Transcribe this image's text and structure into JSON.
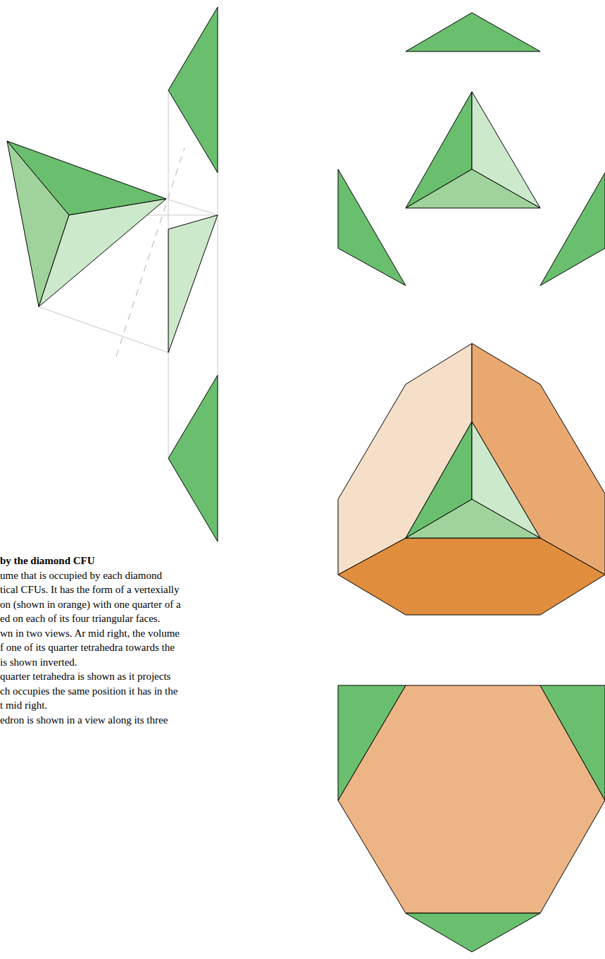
{
  "diagram": {
    "title": "by the diamond CFU",
    "labels": [
      "ume that is occupied by each diamond",
      "tical CFUs. It has the form of a vertexially",
      "on (shown in orange) with one quarter of a",
      "ed on each of its four triangular faces.",
      "wn in two views. Ar mid right, the volume",
      "f one of its quarter tetrahedra towards the",
      "is shown inverted.",
      "quarter tetrahedra is shown as it projects",
      "ch occupies the same position it has in the",
      "t mid right.",
      "edron is shown in a view along its three"
    ]
  }
}
